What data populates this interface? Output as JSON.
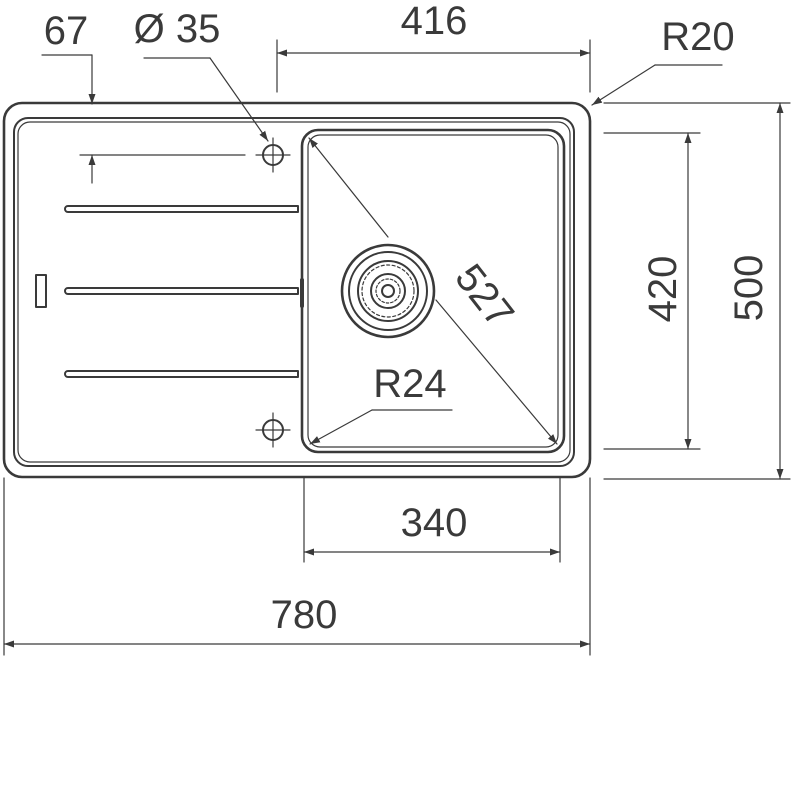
{
  "drawing": {
    "dimensions": {
      "tap_offset": "67",
      "tap_hole": "Ø 35",
      "bowl_width": "416",
      "outer_radius": "R20",
      "bowl_depth": "420",
      "overall_depth": "500",
      "bowl_diagonal": "527",
      "bowl_radius": "R24",
      "bowl_bottom_width": "340",
      "overall_width": "780"
    }
  }
}
